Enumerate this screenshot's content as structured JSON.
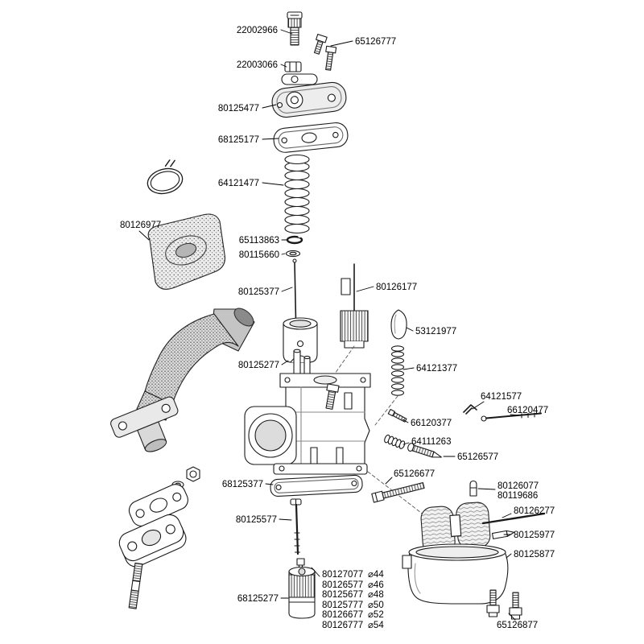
{
  "diagram": {
    "labels": [
      {
        "text": "22002966"
      },
      {
        "text": "65126777"
      },
      {
        "text": "22003066"
      },
      {
        "text": "80125477"
      },
      {
        "text": "68125177"
      },
      {
        "text": "64121477"
      },
      {
        "text": "80126977"
      },
      {
        "text": "65113863"
      },
      {
        "text": "80115660"
      },
      {
        "text": "80125377"
      },
      {
        "text": "80126177"
      },
      {
        "text": "53121977"
      },
      {
        "text": "64121377"
      },
      {
        "text": "80125277"
      },
      {
        "text": "64121577"
      },
      {
        "text": "66120477"
      },
      {
        "text": "66120377"
      },
      {
        "text": "64111263"
      },
      {
        "text": "65126577"
      },
      {
        "text": "65126677"
      },
      {
        "text": "68125377"
      },
      {
        "text": "80126077"
      },
      {
        "text": "80119686"
      },
      {
        "text": "80126277"
      },
      {
        "text": "80125977"
      },
      {
        "text": "80125877"
      },
      {
        "text": "80125577"
      },
      {
        "text": "68125277"
      },
      {
        "text": "65126877"
      }
    ],
    "jet_table": [
      {
        "part": "80127077",
        "dia": "⌀44"
      },
      {
        "part": "80126577",
        "dia": "⌀46"
      },
      {
        "part": "80125677",
        "dia": "⌀48"
      },
      {
        "part": "80125777",
        "dia": "⌀50"
      },
      {
        "part": "80126677",
        "dia": "⌀52"
      },
      {
        "part": "80126777",
        "dia": "⌀54"
      }
    ],
    "colors": {
      "ink": "#1a1a1a",
      "background": "#ffffff"
    }
  }
}
